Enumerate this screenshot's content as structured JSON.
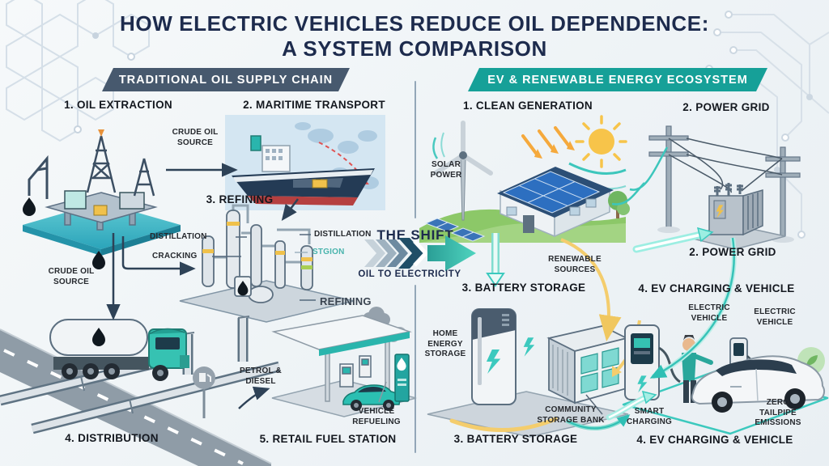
{
  "title": {
    "text": "HOW ELECTRIC VEHICLES REDUCE OIL DEPENDENCE:\nA SYSTEM COMPARISON"
  },
  "shift": {
    "title": "THE SHIFT",
    "subtitle": "OIL TO ELECTRICITY"
  },
  "oil": {
    "header": "TRADITIONAL OIL SUPPLY CHAIN",
    "steps": [
      {
        "label": "1. OIL EXTRACTION"
      },
      {
        "label": "2. MARITIME TRANSPORT"
      },
      {
        "label": "3. REFINING"
      },
      {
        "label": "4. DISTRIBUTION"
      },
      {
        "label": "5. RETAIL FUEL STATION"
      }
    ],
    "annotations": {
      "crude_oil_ship": "CRUDE OIL\nSOURCE",
      "distillation_left": "DISTILLATION",
      "cracking": "CRACKING",
      "distillation_right": "DISTILLATION",
      "stgion": "STGION",
      "refining": "REFINING",
      "crude_oil_pipeline": "CRUDE OIL\nSOURCE",
      "petrol_diesel": "PETROL &\nDIESEL",
      "vehicle_refueling": "VEHICLE\nREFUELING"
    }
  },
  "ev": {
    "header": "EV & RENEWABLE ENERGY ECOSYSTEM",
    "steps": [
      {
        "label": "1. CLEAN GENERATION"
      },
      {
        "label": "2. POWER GRID"
      },
      {
        "label": "3. BATTERY STORAGE"
      },
      {
        "label": "4. EV CHARGING & VEHICLE"
      }
    ],
    "captions_bottom": {
      "power_grid": "2. POWER GRID",
      "battery_storage": "3. BATTERY STORAGE",
      "ev_charging": "4. EV CHARGING & VEHICLE"
    },
    "annotations": {
      "solar_power": "SOLAR\nPOWER",
      "renewable_sources": "RENEWABLE\nSOURCES",
      "home_energy_storage": "HOME\nENERGY\nSTORAGE",
      "community_storage_bank": "COMMUNITY\nSTORAGE BANK",
      "electric_vehicle_left": "ELECTRIC\nVEHICLE",
      "electric_vehicle_right": "ELECTRIC\nVEHICLE",
      "smart_charging": "SMART\nCHARGING",
      "zero_tailpipe_emissions": "ZERO\nTAILPIPE\nEMISSIONS"
    }
  },
  "colors": {
    "background": "#f2f6f8",
    "title_navy": "#1d2b4d",
    "oil_badge_slate": "#47596e",
    "ev_badge_teal": "#16a098",
    "teal_accent": "#2fbfb4",
    "yellow_flow": "#f4cd6d",
    "sun_yellow": "#f7c44a",
    "water_teal": "#3fbac6",
    "dark_line": "#2e4257"
  }
}
